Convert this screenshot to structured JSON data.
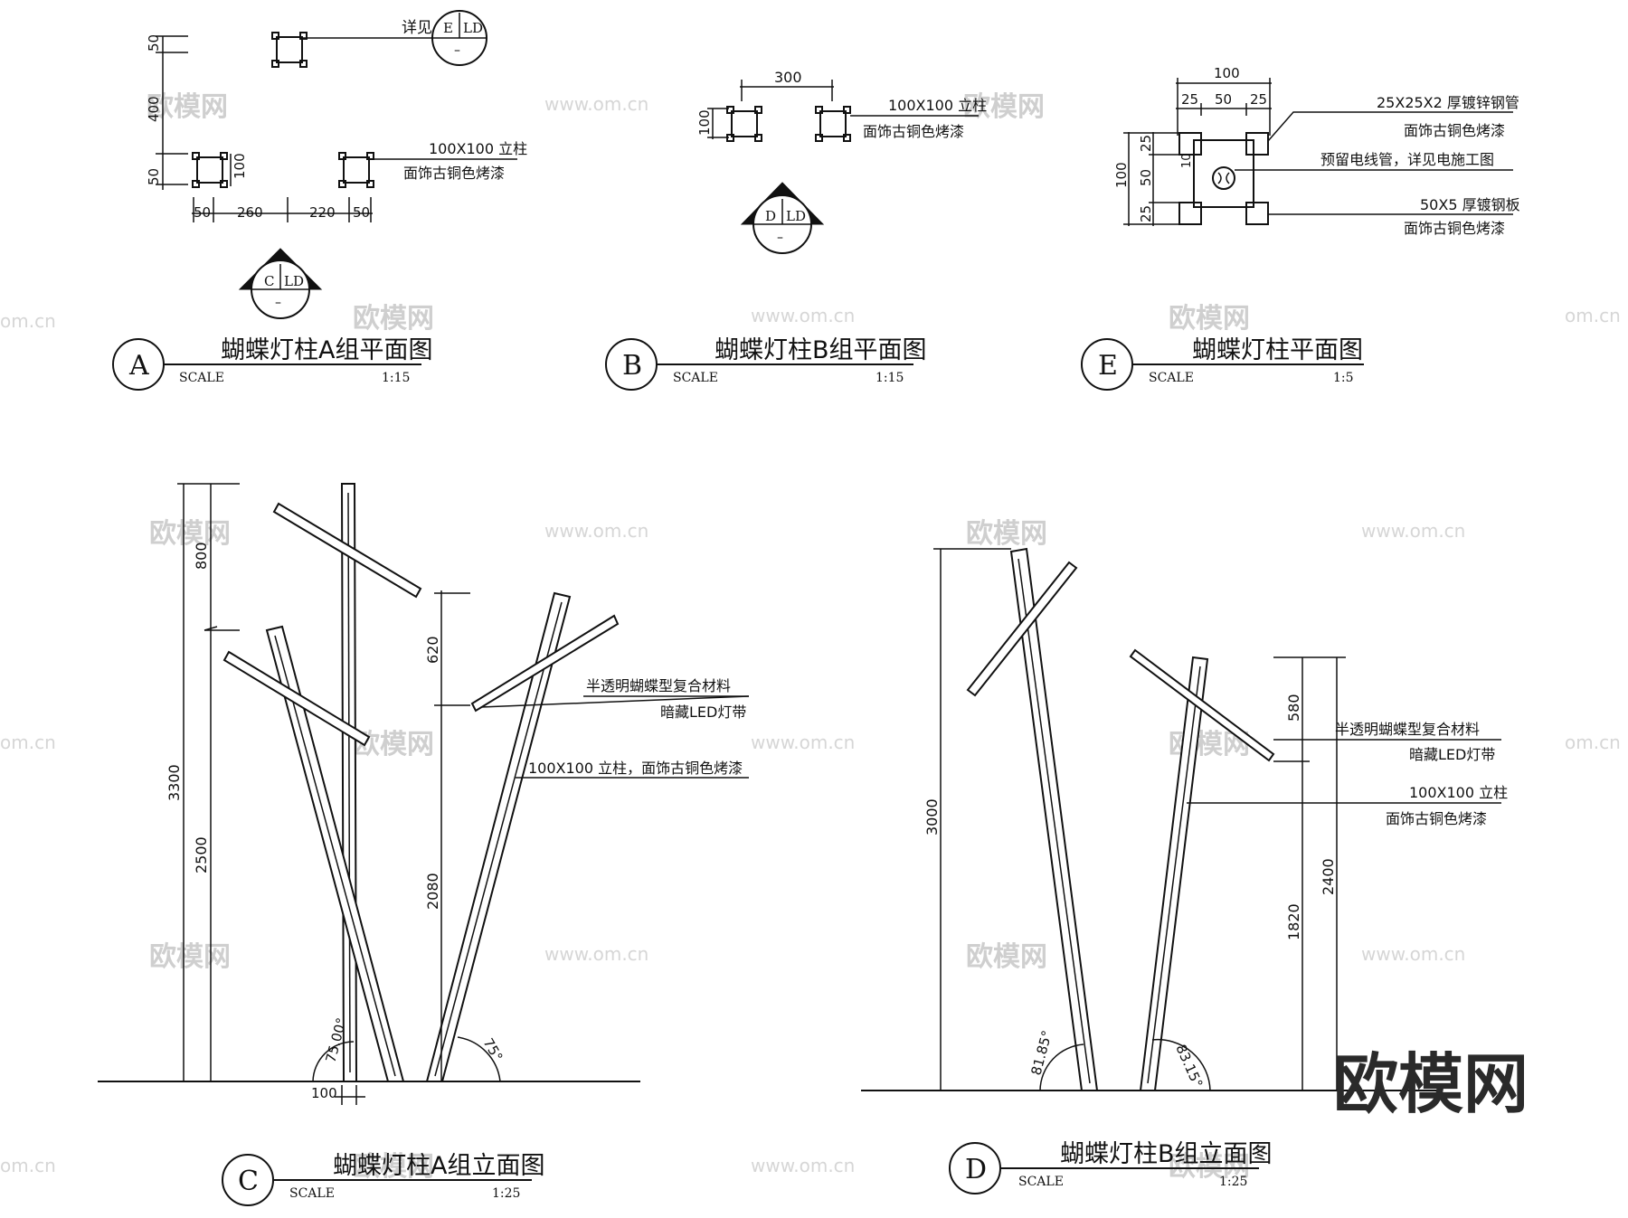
{
  "drawings": {
    "A": {
      "letter": "A",
      "title": "蝴蝶灯柱A组平面图",
      "scale_label": "SCALE",
      "scale": "1:15",
      "callout": {
        "prefix": "详见",
        "sheet": "E",
        "code": "LD",
        "sub": "–"
      },
      "post_note": [
        "100X100 立柱",
        "面饰古铜色烤漆"
      ],
      "dims": [
        "50",
        "400",
        "50",
        "100",
        "50",
        "260",
        "220",
        "50"
      ],
      "section": {
        "sheet": "C",
        "code": "LD",
        "sub": "–"
      }
    },
    "B": {
      "letter": "B",
      "title": "蝴蝶灯柱B组平面图",
      "scale_label": "SCALE",
      "scale": "1:15",
      "post_note": [
        "100X100 立柱",
        "面饰古铜色烤漆"
      ],
      "dims": [
        "300",
        "100"
      ],
      "section": {
        "sheet": "D",
        "code": "LD",
        "sub": "–"
      }
    },
    "E": {
      "letter": "E",
      "title": "蝴蝶灯柱平面图",
      "scale_label": "SCALE",
      "scale": "1:5",
      "notes": [
        "25X25X2 厚镀锌钢管",
        "面饰古铜色烤漆",
        "预留电线管，详见电施工图",
        "50X5 厚镀钢板",
        "面饰古铜色烤漆"
      ],
      "dims_top": [
        "100",
        "25",
        "50",
        "25"
      ],
      "dims_left": [
        "100",
        "25",
        "50",
        "25"
      ],
      "inner_mark": "10"
    },
    "C": {
      "letter": "C",
      "title": "蝴蝶灯柱A组立面图",
      "scale_label": "SCALE",
      "scale": "1:25",
      "notes": [
        "半透明蝴蝶型复合材料",
        "暗藏LED灯带",
        "100X100 立柱，面饰古铜色烤漆"
      ],
      "dims": [
        "800",
        "3300",
        "2500",
        "620",
        "2080",
        "100"
      ],
      "angles": [
        "75.00°",
        "75°"
      ]
    },
    "D": {
      "letter": "D",
      "title": "蝴蝶灯柱B组立面图",
      "scale_label": "SCALE",
      "scale": "1:25",
      "notes": [
        "半透明蝴蝶型复合材料",
        "暗藏LED灯带",
        "100X100 立柱",
        "面饰古铜色烤漆"
      ],
      "dims": [
        "3000",
        "580",
        "2400",
        "1820"
      ],
      "angles": [
        "81.85°",
        "83.15°"
      ]
    }
  },
  "watermarks": {
    "brand": "欧模网",
    "url": "www.om.cn",
    "url_short": "om.cn"
  },
  "colors": {
    "line": "#111111",
    "watermark": "#d6d6d6",
    "background": "#ffffff"
  }
}
